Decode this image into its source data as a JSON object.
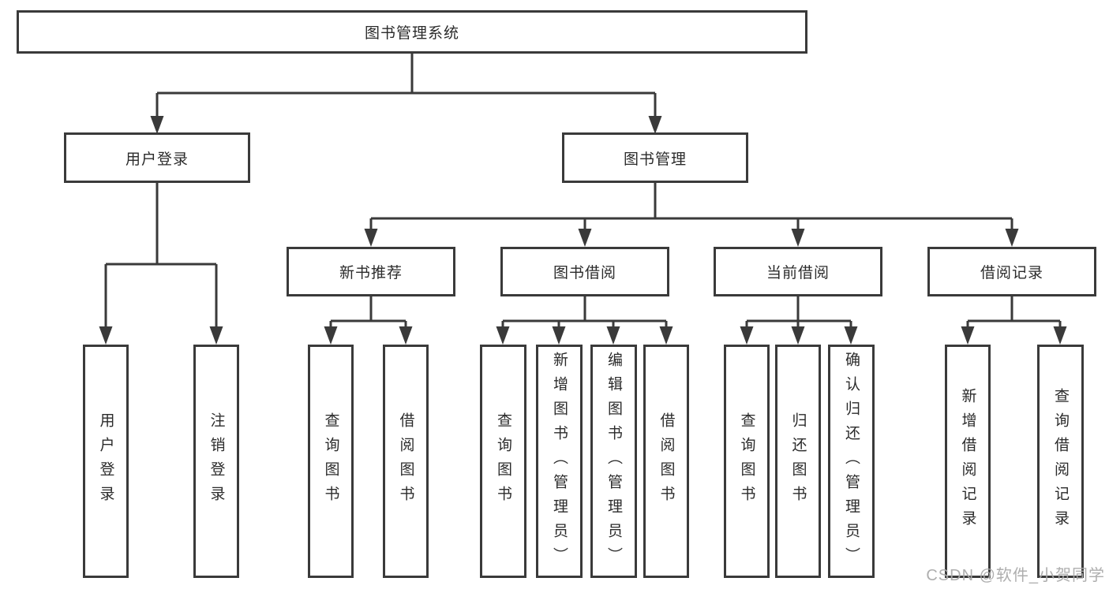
{
  "diagram": {
    "root": "图书管理系统",
    "level2": {
      "user_login": "用户登录",
      "book_mgmt": "图书管理"
    },
    "level3": {
      "new_book": "新书推荐",
      "book_borrow": "图书借阅",
      "current_borrow": "当前借阅",
      "borrow_record": "借阅记录"
    },
    "leaves": {
      "user_login": [
        "用户登录",
        "注销登录"
      ],
      "new_book": [
        "查询图书",
        "借阅图书"
      ],
      "book_borrow": [
        "查询图书",
        "新增图书（管理员）",
        "编辑图书（管理员）",
        "借阅图书"
      ],
      "current_borrow": [
        "查询图书",
        "归还图书",
        "确认归还（管理员）"
      ],
      "borrow_record": [
        "新增借阅记录",
        "查询借阅记录"
      ]
    }
  },
  "watermark": "CSDN @软件_小贺同学",
  "colors": {
    "line": "#3a3a3a",
    "box_border": "#3a3a3a",
    "text": "#2b2b2b",
    "watermark": "#aaaaaa",
    "background": "#ffffff"
  }
}
